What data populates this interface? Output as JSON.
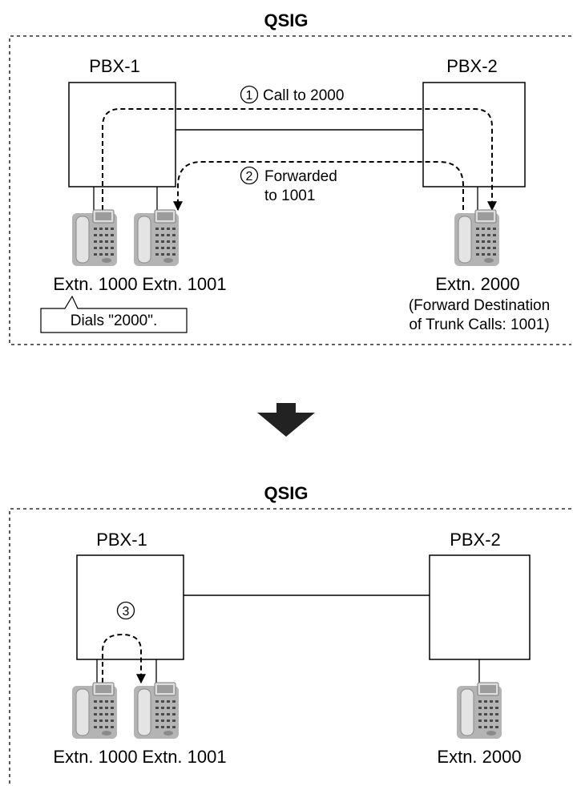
{
  "top": {
    "title": "QSIG",
    "pbx1": "PBX-1",
    "pbx2": "PBX-2",
    "step1_num": "1",
    "step1_text": "Call to 2000",
    "step2_num": "2",
    "step2_text_line1": "Forwarded",
    "step2_text_line2": "to 1001",
    "ext1000": "Extn. 1000",
    "ext1001": "Extn. 1001",
    "ext2000": "Extn. 2000",
    "ext2000_note_line1": "(Forward Destination",
    "ext2000_note_line2": "of Trunk Calls: 1001)",
    "callout": "Dials \"2000\"."
  },
  "bottom": {
    "title": "QSIG",
    "pbx1": "PBX-1",
    "pbx2": "PBX-2",
    "step3_num": "3",
    "ext1000": "Extn. 1000",
    "ext1001": "Extn. 1001",
    "ext2000": "Extn. 2000"
  }
}
